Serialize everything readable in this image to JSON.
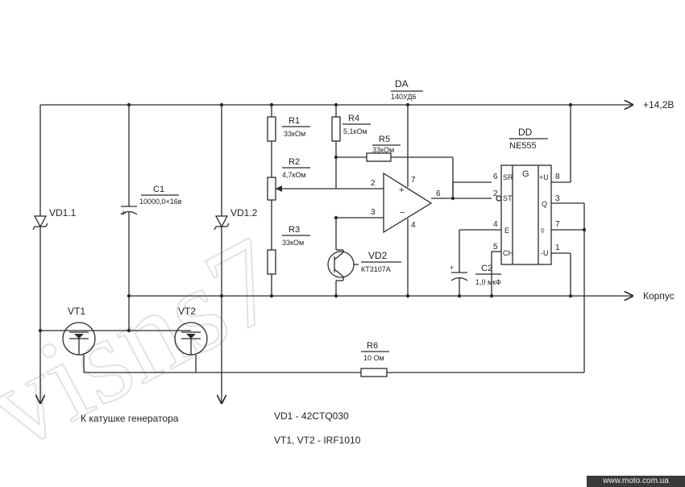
{
  "watermark": "visns7",
  "footer": "www.moto.com.ua",
  "labels": {
    "da": "DA",
    "da_type": "140УД6",
    "plus": "+14,2В",
    "dd": "DD",
    "dd_type": "NE555",
    "r1": "R1",
    "r1_val": "33кОм",
    "r2": "R2",
    "r2_val": "4,7кОм",
    "r3": "R3",
    "r3_val": "33кОм",
    "r4": "R4",
    "r4_val": "5,1кОм",
    "r5": "R5",
    "r5_val": "33кОм",
    "r6": "R6",
    "r6_val": "10 Ом",
    "c1": "C1",
    "c1_val": "10000,0×16в",
    "c2": "C2",
    "c2_val": "1,0 мкФ",
    "vd11": "VD1.1",
    "vd12": "VD1.2",
    "vd2": "VD2",
    "vd2_type": "КТ3107А",
    "vt1": "VT1",
    "vt2": "VT2",
    "korpus": "Корпус",
    "coil": "К катушке генератора",
    "note1": "VD1 - 42CTQ030",
    "note2": "VT1, VT2 - IRF1010",
    "c1_plus": "+",
    "c2_plus": "+"
  },
  "opamp": {
    "pin2": "2",
    "pin3": "3",
    "pin6": "6",
    "pin7": "7",
    "pin4": "4",
    "plus_sign": "+",
    "minus_sign": "−"
  },
  "timer": {
    "g": "G",
    "left_pins": [
      {
        "num": "6",
        "name": "SR"
      },
      {
        "num": "2",
        "name": "ST"
      },
      {
        "num": "4",
        "name": "E"
      },
      {
        "num": "5",
        "name": "CH"
      }
    ],
    "right_pins": [
      {
        "num": "8",
        "name": "+U"
      },
      {
        "num": "3",
        "name": "Q"
      },
      {
        "num": "7",
        "name": "◊"
      },
      {
        "num": "1",
        "name": "-U"
      }
    ]
  }
}
